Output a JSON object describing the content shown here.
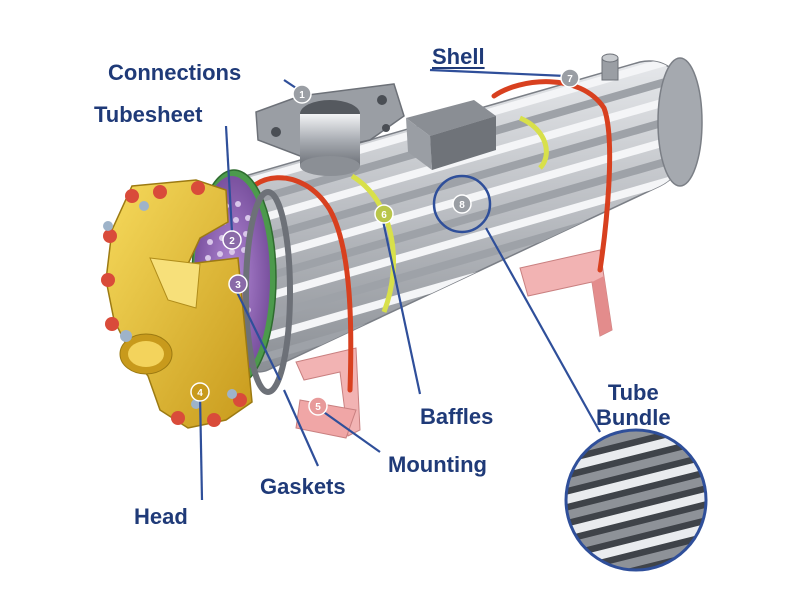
{
  "labels": {
    "connections": "Connections",
    "shell": "Shell",
    "tubesheet": "Tubesheet",
    "baffles": "Baffles",
    "tube_bundle_line1": "Tube",
    "tube_bundle_line2": "Bundle",
    "mounting": "Mounting",
    "gaskets": "Gaskets",
    "head": "Head"
  },
  "callouts": {
    "c1": "1",
    "c2": "2",
    "c3": "3",
    "c4": "4",
    "c5": "5",
    "c6": "6",
    "c7": "7",
    "c8": "8"
  },
  "colors": {
    "label_text": "#1f3a78",
    "leader": "#2f4f9a",
    "shell": "#b9bcc1",
    "head": "#e6c23a",
    "tubesheet": "#8a5fb0",
    "bolt": "#d94b3a",
    "support_band": "#d8401f",
    "mounting": "#f0a6a6",
    "baffle": "#d8e04a"
  }
}
